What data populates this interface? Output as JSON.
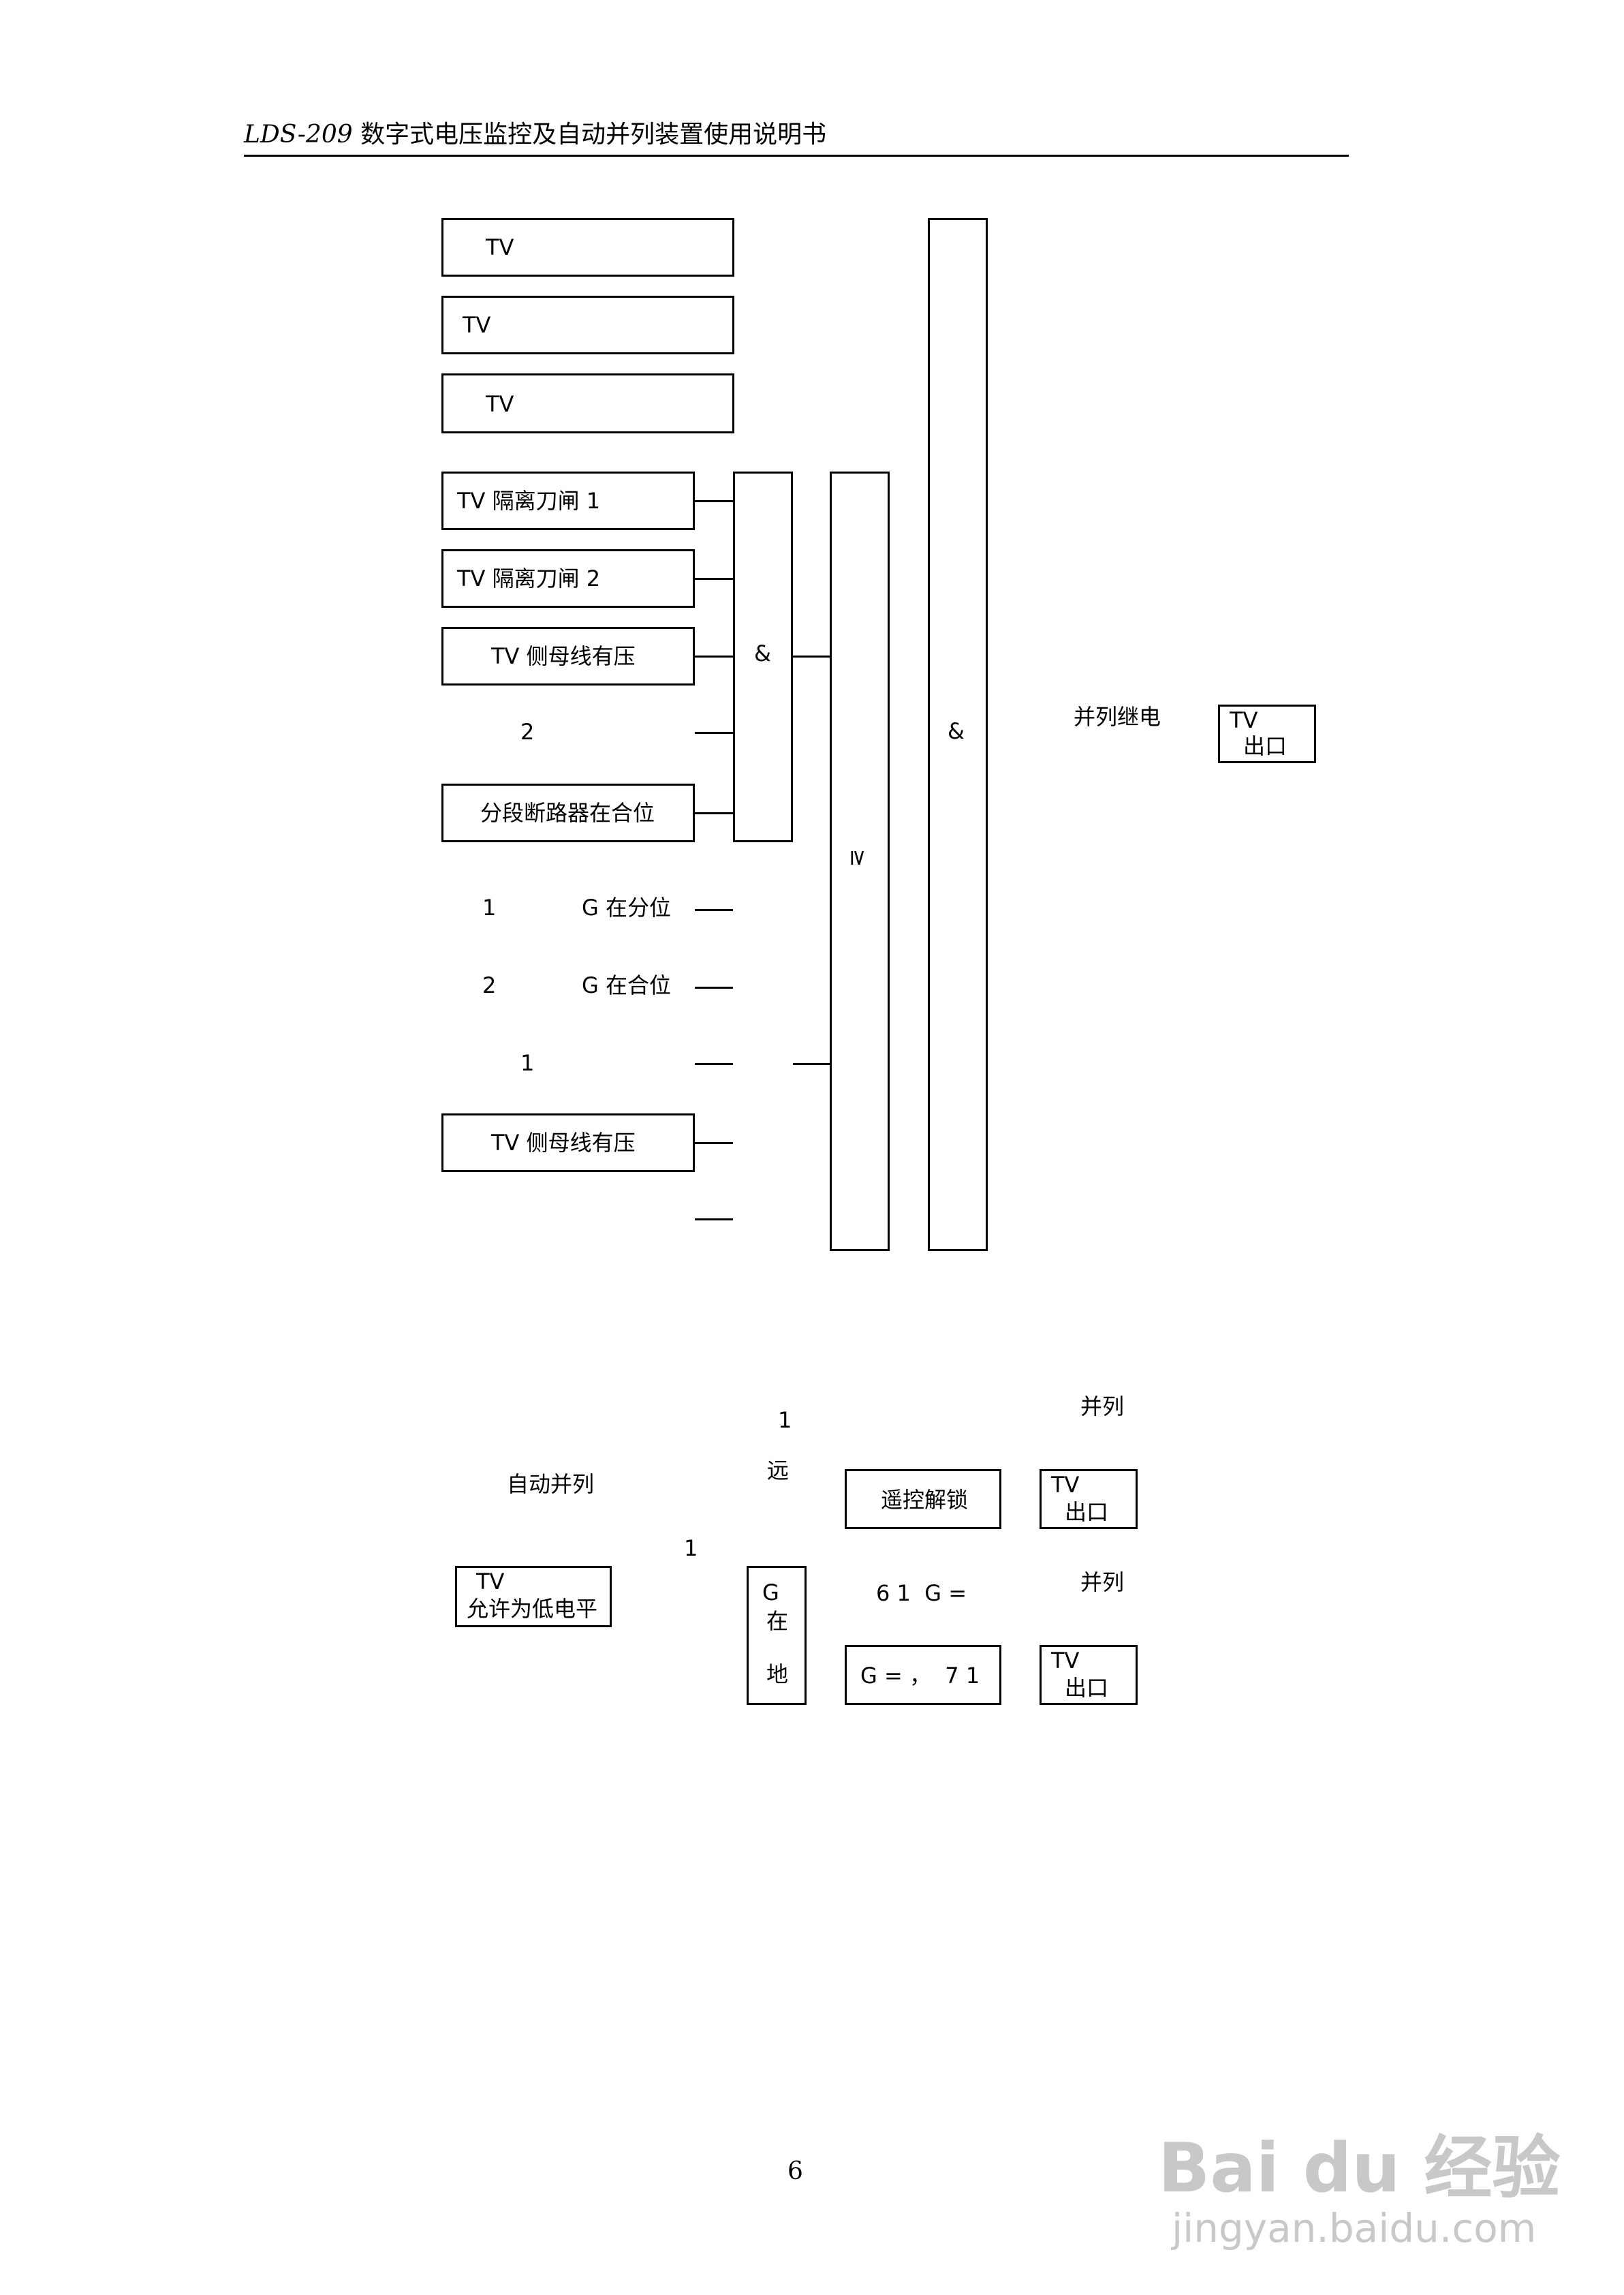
{
  "header": {
    "title_italic": "LDS-209",
    "title_rest": " 数字式电压监控及自动并列装置使用说明书"
  },
  "diagram1": {
    "tv1": "TV",
    "tv2": "TV",
    "tv3": "TV",
    "tv_isolator_1": "TV 隔离刀闸 1",
    "tv_isolator_2": "TV 隔离刀闸 2",
    "tv_bus_voltage_1": "TV 侧母线有压",
    "num_2": "2",
    "section_breaker_closed": "分段断路器在合位",
    "num_1a": "1",
    "g_open": "G 在分位",
    "num_2b": "2",
    "g_closed": "G 在合位",
    "num_1b": "1",
    "tv_bus_voltage_2": "TV 侧母线有压",
    "and_gate_1": "&",
    "or_gate": "≥",
    "and_gate_2": "&",
    "parallel_relay": "并列继电",
    "tv_out_top": "TV",
    "tv_out_bottom": "出口"
  },
  "diagram2": {
    "num_1_top": "1",
    "remote": "远",
    "parallel_label_top": "并列",
    "auto_parallel": "自动并列",
    "remote_unlock": "遥控解锁",
    "tv_out1_top": "TV",
    "tv_out1_bottom": "出口",
    "num_1_mid": "1",
    "tv_allow_top": "TV",
    "tv_allow_bottom": "允许为低电平",
    "g_local_1": "G",
    "g_local_2": "在",
    "g_local_3": "地",
    "eq_61": "6 1  G =",
    "parallel_label_bottom": "并列",
    "eq_71": "G = ，  7 1",
    "tv_out2_top": "TV",
    "tv_out2_bottom": "出口"
  },
  "page_number": "6",
  "watermark": {
    "brand": "Bai du 经验",
    "url": "jingyan.baidu.com"
  }
}
